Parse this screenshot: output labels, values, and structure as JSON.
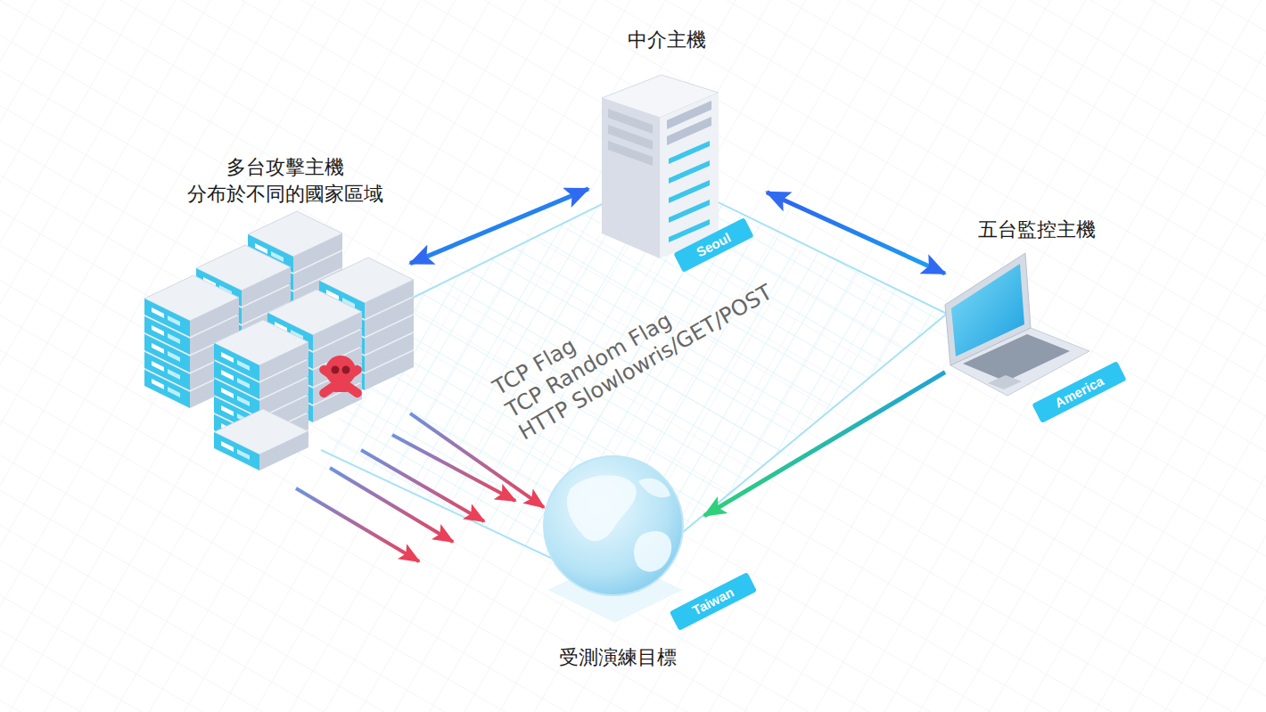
{
  "diagram": {
    "nodes": [
      {
        "text": [
          "中介主機",
          "Seoul"
        ]
      },
      {
        "text": [
          "多台攻擊主機 分布於不同的國家區域"
        ]
      },
      {
        "text": [
          "五台監控主機",
          "America"
        ]
      },
      {
        "text": [
          "受測演練目標",
          "Taiwan"
        ]
      }
    ],
    "edges": [
      {
        "from": 1,
        "to": 0,
        "arrow": "both"
      },
      {
        "from": 0,
        "to": 2,
        "arrow": "both"
      },
      {
        "from": 2,
        "to": 3,
        "arrow": "to"
      },
      {
        "from": 1,
        "to": 3,
        "arrow": "to"
      }
    ],
    "labels": [
      "TCP Flag",
      "TCP Random Flag",
      "HTTP Slowlowris/GET/POST"
    ]
  }
}
